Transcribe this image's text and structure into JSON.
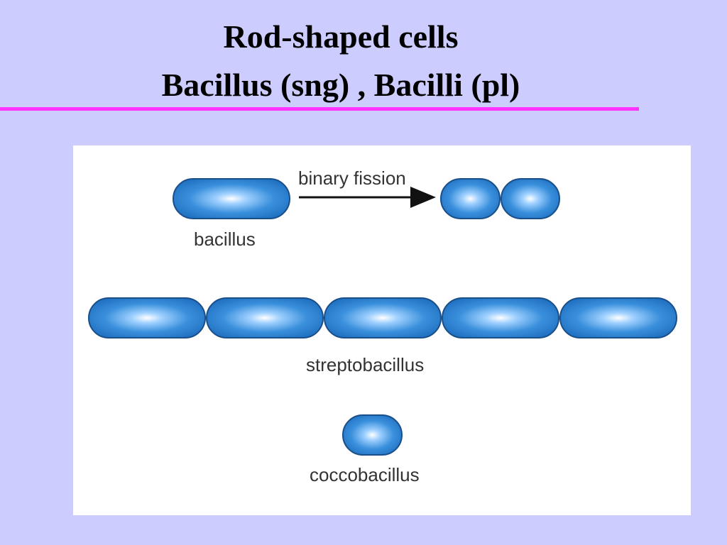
{
  "slide": {
    "title_line1": "Rod-shaped cells",
    "title_line2": "Bacillus (sng) , Bacilli (pl)",
    "accent_color": "#ff33ff",
    "background_color": "#ccccff"
  },
  "diagram": {
    "labels": {
      "binary_fission": "binary fission",
      "bacillus": "bacillus",
      "streptobacillus": "streptobacillus",
      "coccobacillus": "coccobacillus"
    },
    "cell_color": "#2f86d6",
    "cell_outline_color": "#1a4f8a",
    "cell_highlight_color": "#ffffff"
  }
}
